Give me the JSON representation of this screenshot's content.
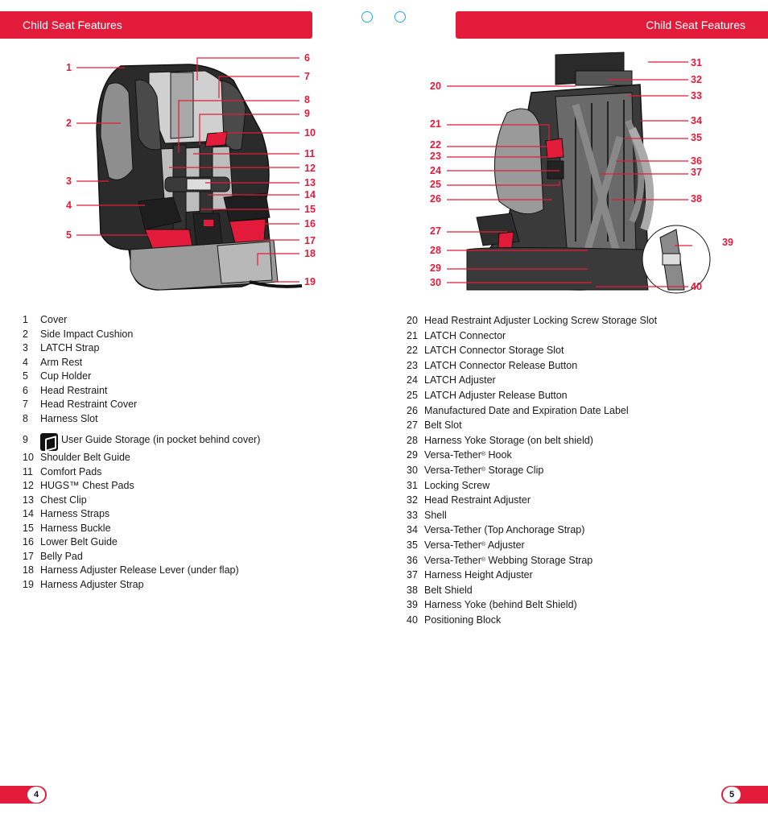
{
  "left_page": {
    "header": "Child Seat Features",
    "page_number": "4",
    "callouts": [
      "1",
      "2",
      "3",
      "4",
      "5",
      "6",
      "7",
      "8",
      "9",
      "10",
      "11",
      "12",
      "13",
      "14",
      "15",
      "16",
      "17",
      "18",
      "19"
    ],
    "legend": [
      {
        "num": "1",
        "label": "Cover"
      },
      {
        "num": "2",
        "label": "Side Impact Cushion"
      },
      {
        "num": "3",
        "label": "LATCH Strap"
      },
      {
        "num": "4",
        "label": "Arm Rest"
      },
      {
        "num": "5",
        "label": "Cup Holder"
      },
      {
        "num": "6",
        "label": "Head Restraint"
      },
      {
        "num": "7",
        "label": "Head Restraint Cover"
      },
      {
        "num": "8",
        "label": "Harness Slot"
      },
      {
        "num": "9",
        "label": "User Guide Storage (in pocket behind cover)"
      },
      {
        "num": "10",
        "label": "Shoulder Belt Guide"
      },
      {
        "num": "11",
        "label": "Comfort Pads"
      },
      {
        "num": "12",
        "label": "HUGS™ Chest Pads"
      },
      {
        "num": "13",
        "label": "Chest Clip"
      },
      {
        "num": "14",
        "label": "Harness Straps"
      },
      {
        "num": "15",
        "label": "Harness Buckle"
      },
      {
        "num": "16",
        "label": "Lower Belt Guide"
      },
      {
        "num": "17",
        "label": "Belly Pad"
      },
      {
        "num": "18",
        "label": "Harness Adjuster Release Lever (under flap)"
      },
      {
        "num": "19",
        "label": "Harness Adjuster Strap"
      }
    ]
  },
  "right_page": {
    "header": "Child Seat Features",
    "page_number": "5",
    "callouts": [
      "20",
      "21",
      "22",
      "23",
      "24",
      "25",
      "26",
      "27",
      "28",
      "29",
      "30",
      "31",
      "32",
      "33",
      "34",
      "35",
      "36",
      "37",
      "38",
      "39",
      "40"
    ],
    "legend": [
      {
        "num": "20",
        "label": "Head Restraint Adjuster Locking Screw Storage Slot"
      },
      {
        "num": "21",
        "label": "LATCH Connector"
      },
      {
        "num": "22",
        "label": "LATCH Connector Storage Slot"
      },
      {
        "num": "23",
        "label": "LATCH Connector Release Button"
      },
      {
        "num": "24",
        "label": "LATCH Adjuster"
      },
      {
        "num": "25",
        "label": "LATCH Adjuster Release Button"
      },
      {
        "num": "26",
        "label": "Manufactured Date and Expiration Date Label"
      },
      {
        "num": "27",
        "label": "Belt Slot"
      },
      {
        "num": "28",
        "label": "Harness Yoke Storage (on belt shield)"
      },
      {
        "num": "29",
        "label": "Versa-Tether",
        "sup": "®",
        "label2": " Hook"
      },
      {
        "num": "30",
        "label": "Versa-Tether",
        "sup": "®",
        "label2": " Storage Clip"
      },
      {
        "num": "31",
        "label": "Locking Screw"
      },
      {
        "num": "32",
        "label": "Head Restraint Adjuster"
      },
      {
        "num": "33",
        "label": "Shell"
      },
      {
        "num": "34",
        "label": "Versa-Tether (Top Anchorage Strap)"
      },
      {
        "num": "35",
        "label": "Versa-Tether",
        "sup": "®",
        "label2": " Adjuster"
      },
      {
        "num": "36",
        "label": "Versa-Tether",
        "sup": "®",
        "label2": " Webbing Storage Strap"
      },
      {
        "num": "37",
        "label": "Harness Height Adjuster"
      },
      {
        "num": "38",
        "label": "Belt Shield"
      },
      {
        "num": "39",
        "label": "Harness Yoke (behind Belt Shield)"
      },
      {
        "num": "40",
        "label": "Positioning Block"
      }
    ]
  },
  "colors": {
    "accent": "#e31b3a",
    "registration": "#28a8d8"
  }
}
